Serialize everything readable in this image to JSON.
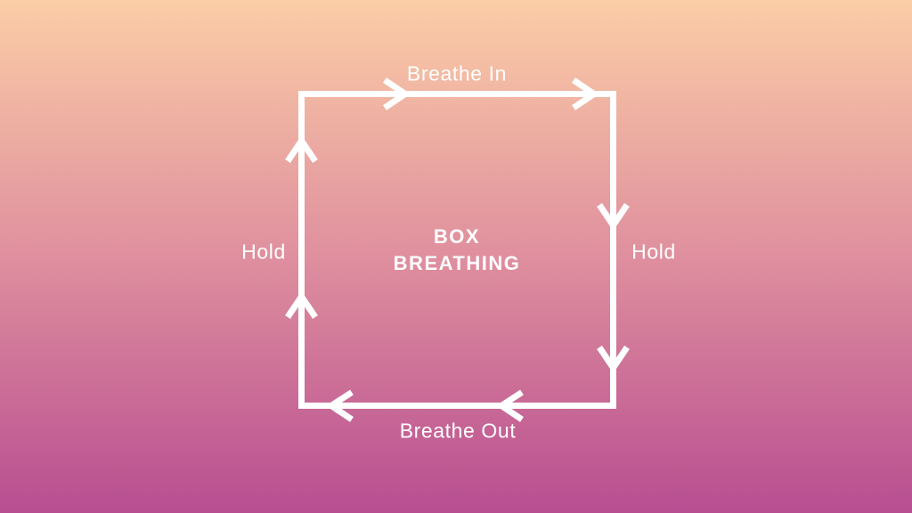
{
  "diagram": {
    "title_line1": "BOX",
    "title_line2": "BREATHING",
    "labels": {
      "top": "Breathe In",
      "right": "Hold",
      "bottom": "Breathe Out",
      "left": "Hold"
    },
    "colors": {
      "line": "#FFFFFF",
      "text": "#FFFFFF",
      "bg_top": "#FBCDA6",
      "bg_mid": "#DF8F9E",
      "bg_bottom": "#B84E91"
    }
  }
}
